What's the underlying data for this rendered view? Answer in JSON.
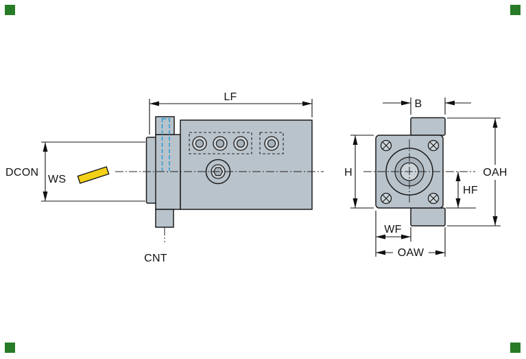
{
  "labels": {
    "lf": "LF",
    "dcon": "DCON",
    "ws": "WS",
    "cnt": "CNT",
    "b": "B",
    "h": "H",
    "oah": "OAH",
    "hf": "HF",
    "wf": "WF",
    "oaw": "OAW"
  },
  "colors": {
    "background": "#ffffff",
    "body": "#b9c3cb",
    "body_light": "#cdd4d9",
    "body_dark": "#a9b3bc",
    "outline": "#1a1a1a",
    "hidden_line": "#2f9fd8",
    "insert": "#f3d117",
    "marker": "#277b27"
  }
}
